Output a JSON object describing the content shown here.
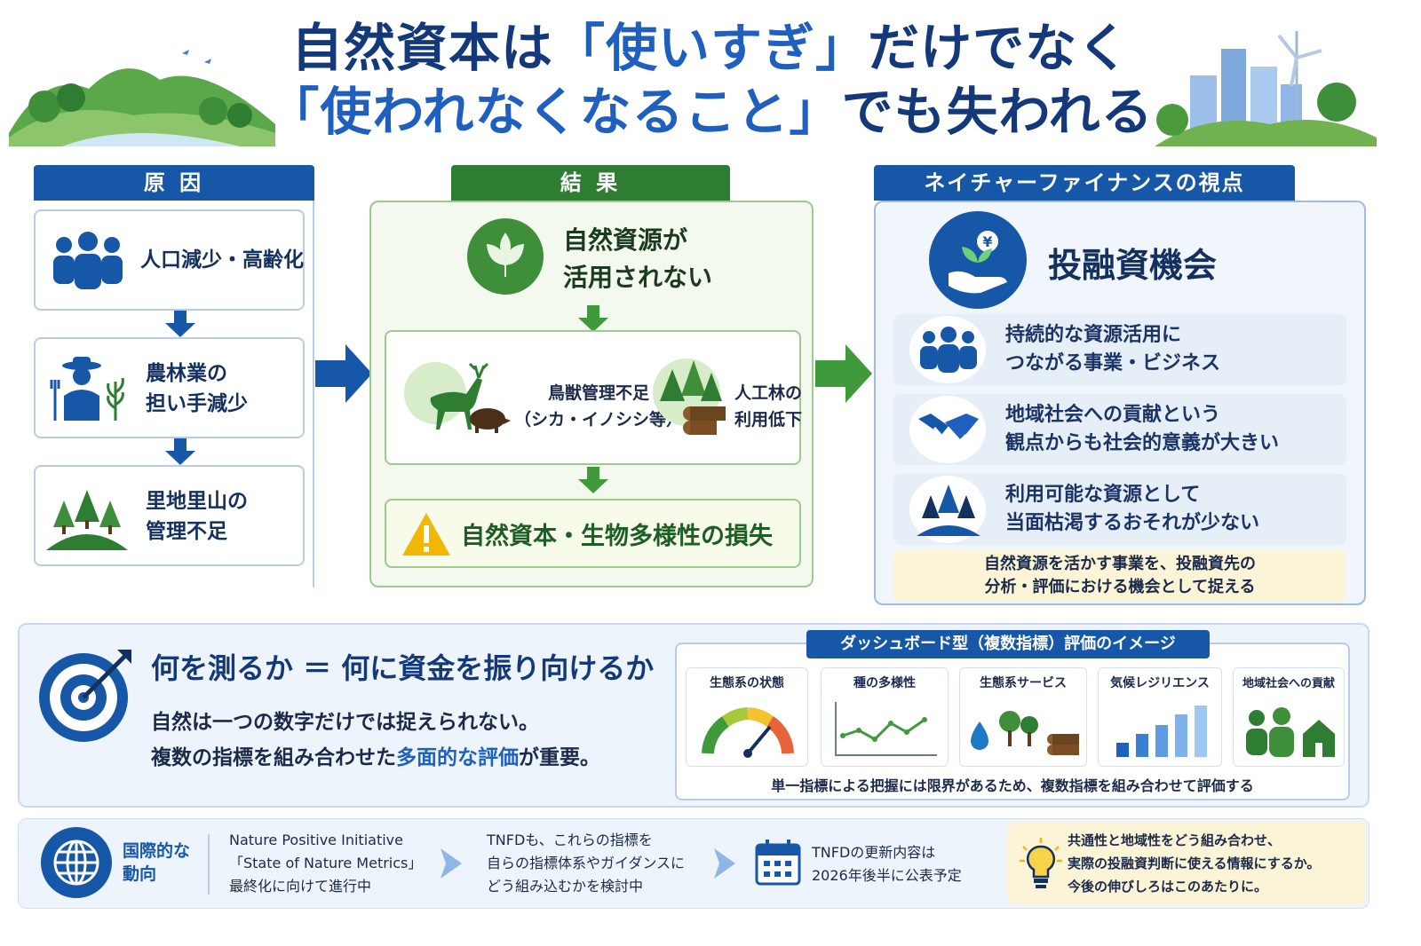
{
  "title": {
    "line1_a": "自然資本は",
    "line1_q": "「使いすぎ」",
    "line1_b": "だけでなく",
    "line2_q": "「使われなくなること」",
    "line2_b": "でも失われる"
  },
  "cause": {
    "header": "原 因",
    "items": [
      "人口減少・高齢化",
      "農林業の\n担い手減少",
      "里地里山の\n管理不足"
    ]
  },
  "result": {
    "header": "結 果",
    "top": "自然資源が\n活用されない",
    "mid_left": "鳥獣管理不足\n（シカ・イノシシ等）",
    "mid_right": "人工林の\n利用低下",
    "bottom": "自然資本・生物多様性の損失"
  },
  "finance": {
    "header": "ネイチャーファイナンスの視点",
    "title": "投融資機会",
    "items": [
      "持続的な資源活用に\nつながる事業・ビジネス",
      "地域社会への貢献という\n観点からも社会的意義が大きい",
      "利用可能な資源として\n当面枯渇するおそれが少ない"
    ],
    "note": "自然資源を活かす事業を、投融資先の\n分析・評価における機会として捉える"
  },
  "measure": {
    "title": "何を測るか ＝ 何に資金を振り向けるか",
    "line1": "自然は一つの数字だけでは捉えられない。",
    "line2_a": "複数の指標を組み合わせた",
    "line2_hl": "多面的な評価",
    "line2_b": "が重要。"
  },
  "dashboard": {
    "header": "ダッシュボード型（複数指標）評価のイメージ",
    "cards": [
      "生態系の状態",
      "種の多様性",
      "生態系サービス",
      "気候レジリエンス",
      "地域社会への貢献"
    ],
    "footer": "単一指標による把握には限界があるため、複数指標を組み合わせて評価する"
  },
  "trends": {
    "label": "国際的な\n動向",
    "step1": "Nature Positive Initiative\n「State of Nature Metrics」\n最終化に向けて進行中",
    "step2": "TNFDも、これらの指標を\n自らの指標体系やガイダンスに\nどう組み込むかを検討中",
    "step3": "TNFDの更新内容は\n2026年後半に公表予定",
    "tip": "共通性と地域性をどう組み合わせ、\n実際の投融資判断に使える情報にするか。\n今後の伸びしろはこのあたりに。"
  },
  "colors": {
    "navy": "#13397a",
    "blue": "#1757a8",
    "green": "#2e7d32",
    "warn": "#f2b705"
  }
}
